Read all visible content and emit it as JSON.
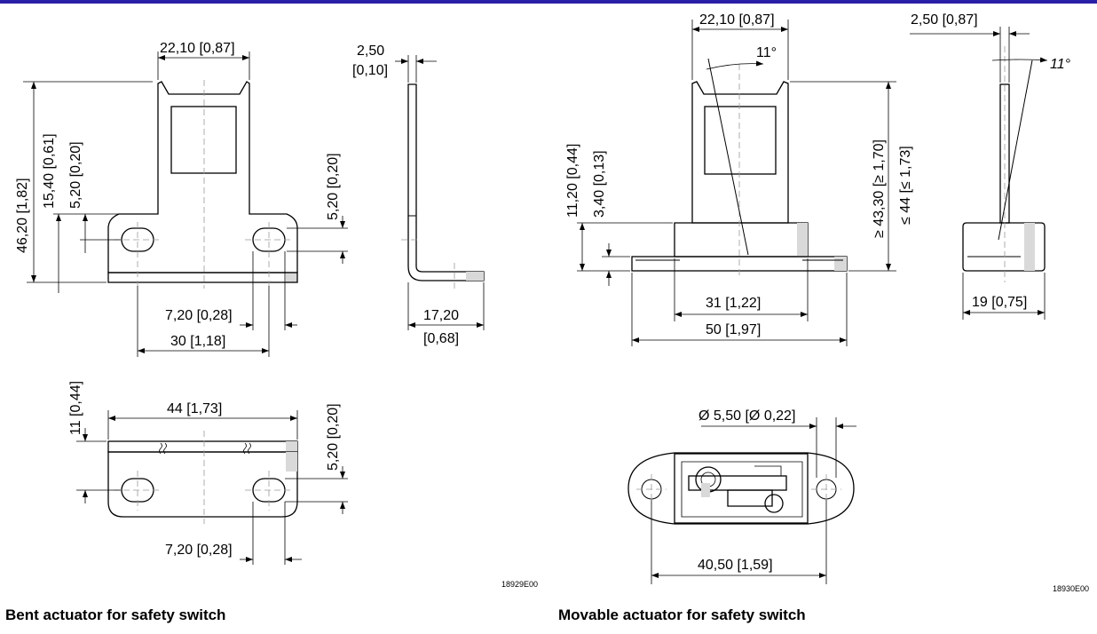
{
  "captions": {
    "left": "Bent actuator for safety switch",
    "right": "Movable actuator for safety switch"
  },
  "codes": {
    "left": "18929E00",
    "right": "18930E00"
  },
  "bent": {
    "top_width": "22,10 [0,87]",
    "height_total": "46,20 [1,82]",
    "height_to_ears": "15,40 [0,61]",
    "ear_offset": "5,20 [0,20]",
    "right_slot": "5,20 [0,20]",
    "slot_width": "7,20 [0,28]",
    "hole_spacing": "30 [1,18]",
    "thickness_top": "2,50",
    "thickness_bottom": "[0,10]",
    "leg_top": "17,20",
    "leg_bottom": "[0,68]",
    "plan_width": "44 [1,73]",
    "plan_height": "11 [0,44]",
    "plan_slot": "5,20 [0,20]",
    "plan_slot_width": "7,20 [0,28]"
  },
  "movable": {
    "top_width": "22,10 [0,87]",
    "angle_front": "11°",
    "thickness": "2,50 [0,87]",
    "angle_side": "11°",
    "height_left": "11,20 [0,44]",
    "base_height": "3,40 [0,13]",
    "height_min": "≥ 43,30 [≥ 1,70]",
    "height_max": "≤ 44 [≤ 1,73]",
    "base_inner": "31 [1,22]",
    "base_outer": "50 [1,97]",
    "side_width": "19 [0,75]",
    "hole_dia": "Ø 5,50 [Ø 0,22]",
    "hole_spacing": "40,50 [1,59]"
  }
}
